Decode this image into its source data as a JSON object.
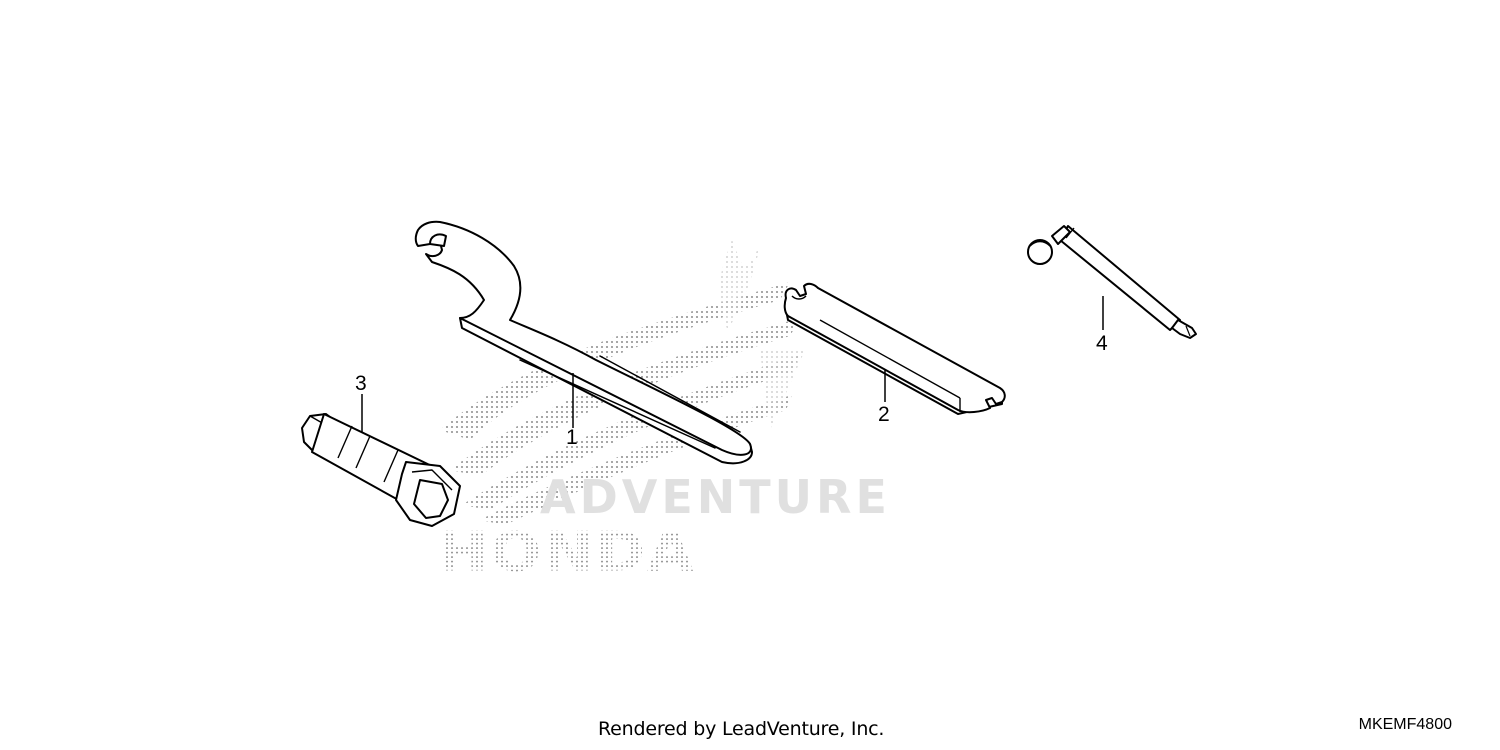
{
  "diagram": {
    "watermark": {
      "brand_text": "HONDA",
      "tagline_text": "ADVENTURE"
    },
    "callouts": [
      {
        "id": "1"
      },
      {
        "id": "2"
      },
      {
        "id": "3"
      },
      {
        "id": "4"
      }
    ],
    "colors": {
      "line": "#000000",
      "watermark": "#9a9a9a",
      "watermark_light": "#dcdcdc"
    }
  },
  "footer": {
    "credit": "Rendered by LeadVenture, Inc.",
    "diagram_code": "MKEMF4800"
  }
}
